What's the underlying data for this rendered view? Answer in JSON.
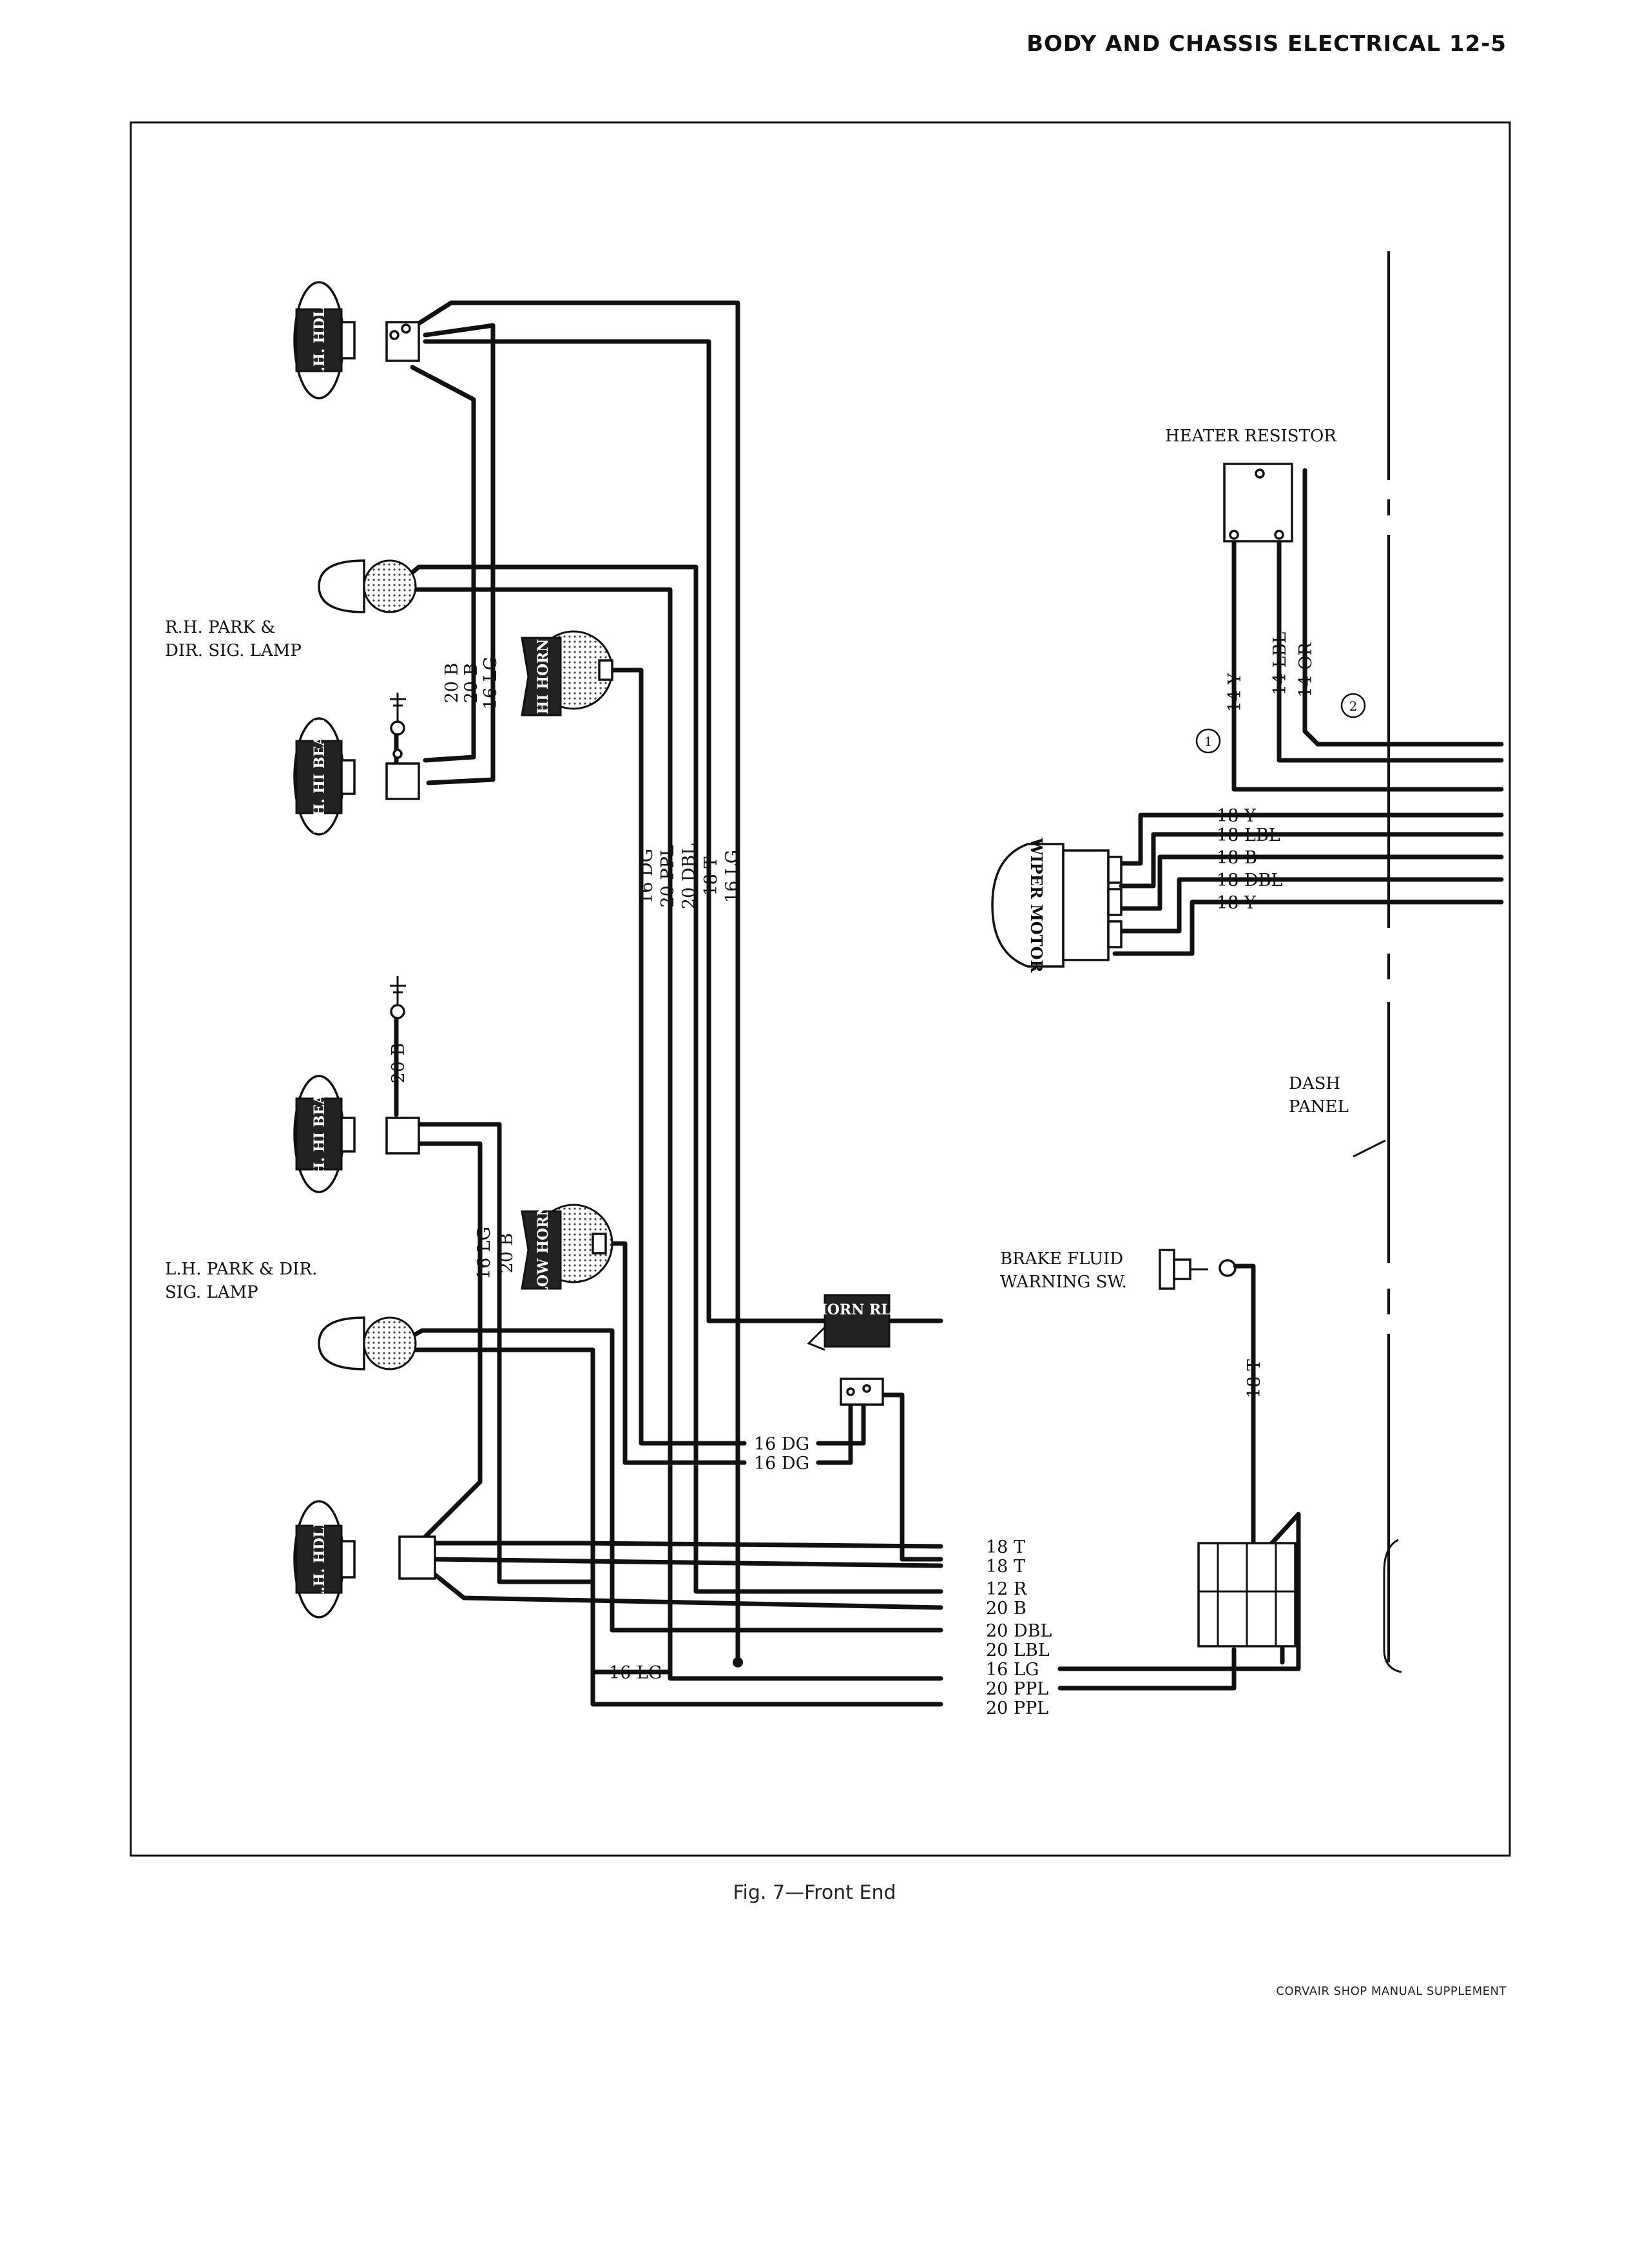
{
  "header": "BODY AND CHASSIS ELECTRICAL 12-5",
  "caption": "Fig. 7—Front End",
  "footer": "CORVAIR SHOP MANUAL SUPPLEMENT",
  "components": {
    "rh_hdlp": "R.H. HDLP",
    "rh_park_line1": "R.H. PARK &",
    "rh_park_line2": "DIR. SIG. LAMP",
    "rh_hi_beam": "R.H. HI BEAM",
    "hi_horn": "HI HORN",
    "lh_hi_beam": "L.H. HI BEAM",
    "low_horn": "LOW HORN",
    "lh_park_line1": "L.H. PARK & DIR.",
    "lh_park_line2": "SIG. LAMP",
    "lh_hdlp": "L.H. HDLP",
    "horn_rly": "HORN RLY",
    "heater_resistor": "HEATER RESISTOR",
    "wiper_motor": "WIPER MOTOR",
    "brake_line1": "BRAKE FLUID",
    "brake_line2": "WARNING SW.",
    "dash_line1": "DASH",
    "dash_line2": "PANEL",
    "circle_1": "1",
    "circle_2": "2"
  },
  "wire_labels": {
    "rh_hi_20b_a": "20 B",
    "rh_hi_20b_b": "20 B",
    "rh_hi_16lg": "16 LG",
    "bundle_16dg": "16 DG",
    "bundle_20ppl": "20 PPL",
    "bundle_20dbl": "20 DBL",
    "bundle_18t": "18 T",
    "bundle_16lg": "16 LG",
    "lh_ground_20b": "20 B",
    "lh_16lg": "16 LG",
    "lh_20b": "20 B",
    "heater_14y": "14 Y",
    "heater_14lbl": "14 LBL",
    "heater_14or": "14 OR",
    "wiper_18y_top": "18 Y",
    "wiper_18lbl": "18 LBL",
    "wiper_18b": "18 B",
    "wiper_18dbl": "18 DBL",
    "wiper_18y": "18 Y",
    "brake_18t": "18 T",
    "relay_16dg_a": "16 DG",
    "relay_16dg_b": "16 DG",
    "bottom_16lg": "16 LG",
    "conn_18t_a": "18 T",
    "conn_18t_b": "18 T",
    "conn_12r": "12 R",
    "conn_20b": "20 B",
    "conn_20dbl": "20 DBL",
    "conn_20lbl": "20 LBL",
    "conn_16lg": "16 LG",
    "conn_20ppl_a": "20 PPL",
    "conn_20ppl_b": "20 PPL"
  }
}
